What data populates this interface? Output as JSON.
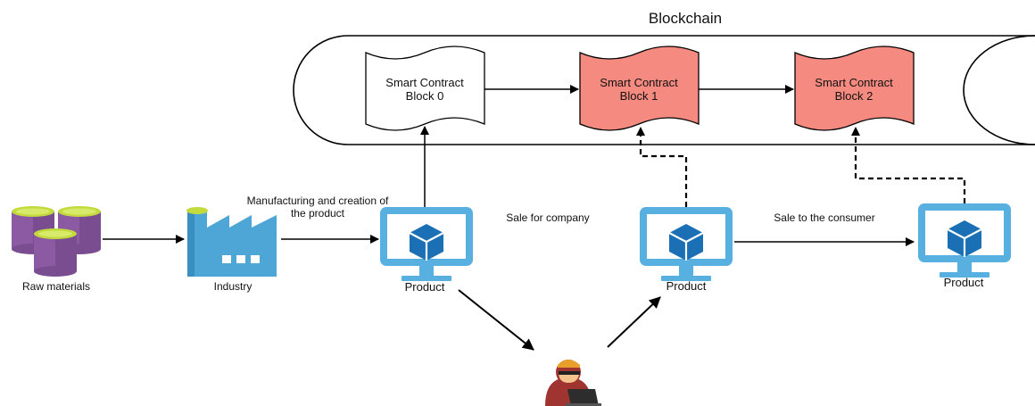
{
  "title": "Blockchain",
  "blocks": [
    {
      "line1": "Smart Contract",
      "line2": "Block 0",
      "fill": "#ffffff"
    },
    {
      "line1": "Smart Contract",
      "line2": "Block 1",
      "fill": "#f58b80"
    },
    {
      "line1": "Smart Contract",
      "line2": "Block 2",
      "fill": "#f58b80"
    }
  ],
  "nodes": {
    "raw_materials": "Raw materials",
    "industry": "Industry",
    "product_1": "Product",
    "product_2": "Product",
    "product_3": "Product"
  },
  "edges": {
    "manufacturing_line1": "Manufacturing and creation of",
    "manufacturing_line2": "the product",
    "sale_company": "Sale for company",
    "sale_consumer": "Sale to the consumer"
  },
  "colors": {
    "monitor_blue": "#57b0e0",
    "cube_blue": "#1a6fb5",
    "factory_blue": "#4ea6d6",
    "barrel_purple": "#8c5aa3",
    "barrel_lid_green": "#c3da3c",
    "block_red": "#f58b80"
  },
  "icons": {
    "raw_materials": "barrels-icon",
    "industry": "factory-icon",
    "product": "monitor-cube-icon",
    "attacker": "hacker-icon"
  }
}
